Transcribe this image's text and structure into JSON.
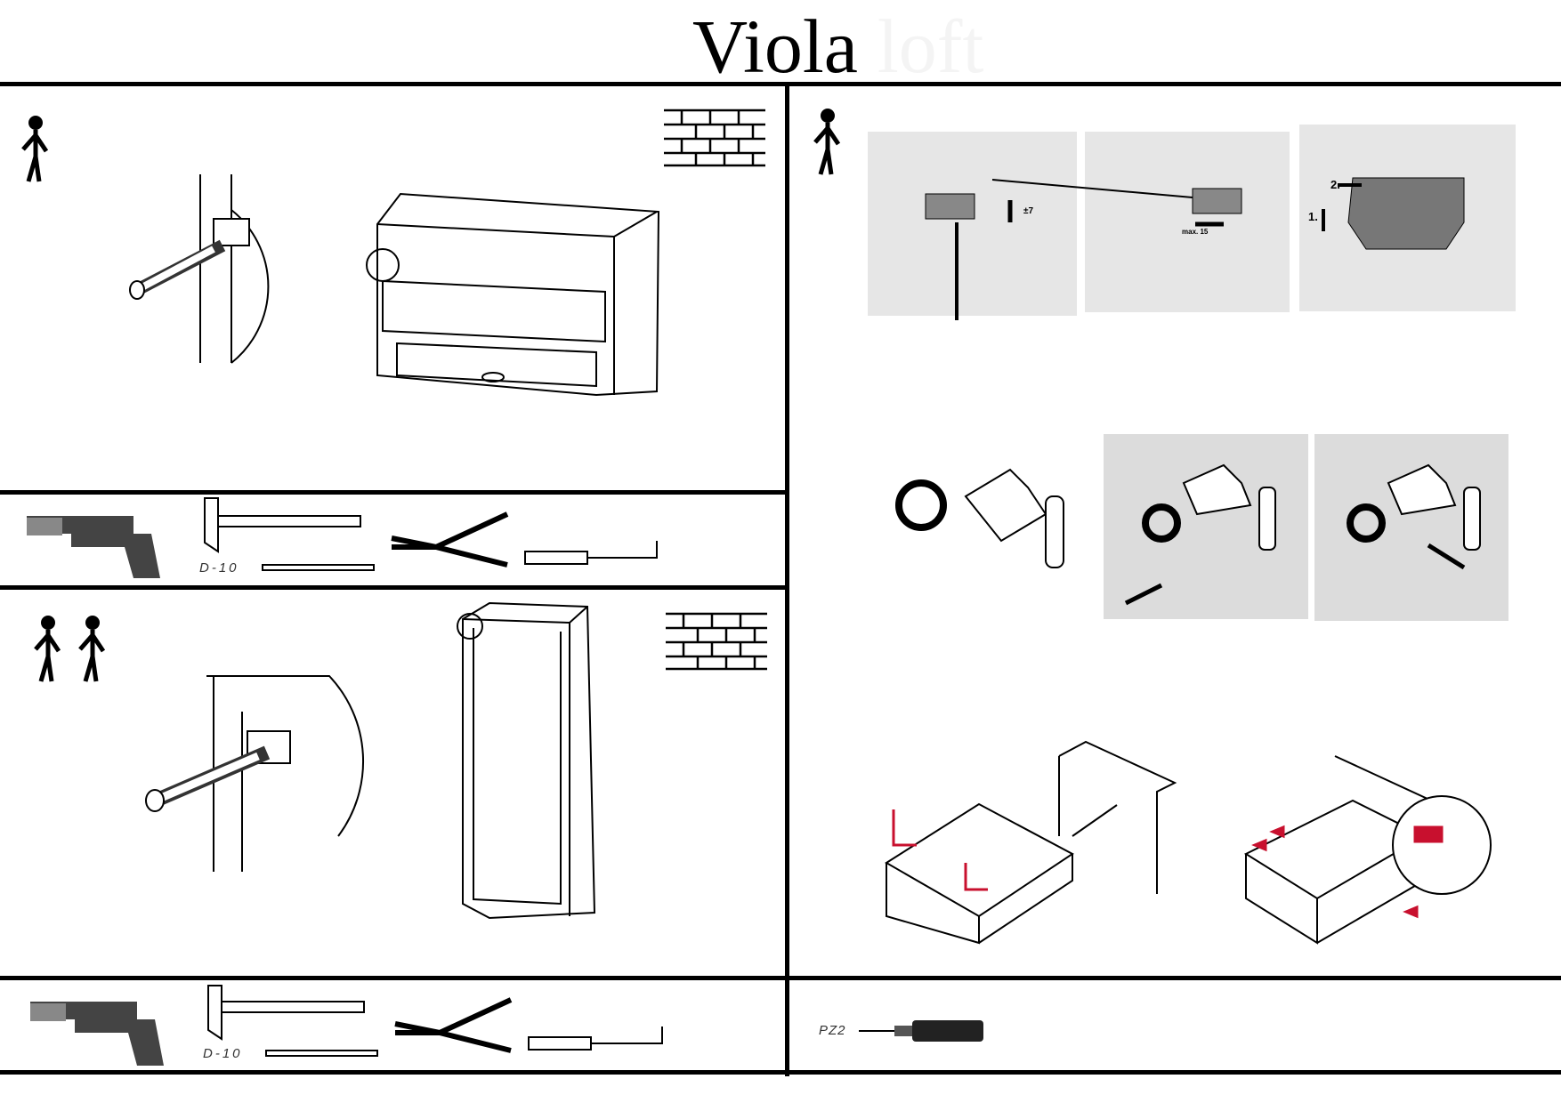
{
  "header": {
    "title": "Viola",
    "title_faded": "loft"
  },
  "step1": {
    "persons": 1,
    "tools": {
      "drill_bit": "D-10"
    }
  },
  "step2": {
    "persons": 2,
    "tools": {
      "drill_bit": "D-10"
    }
  },
  "right": {
    "persons": 1,
    "adjust_labels": {
      "vertical": "±7",
      "horizontal": "max. 15",
      "step1": "1.",
      "step2": "2."
    },
    "tools": {
      "screwdriver": "PZ2"
    }
  },
  "colors": {
    "line": "#000000",
    "panel_gray": "#e6e6e6",
    "accent_red": "#c8102e"
  }
}
